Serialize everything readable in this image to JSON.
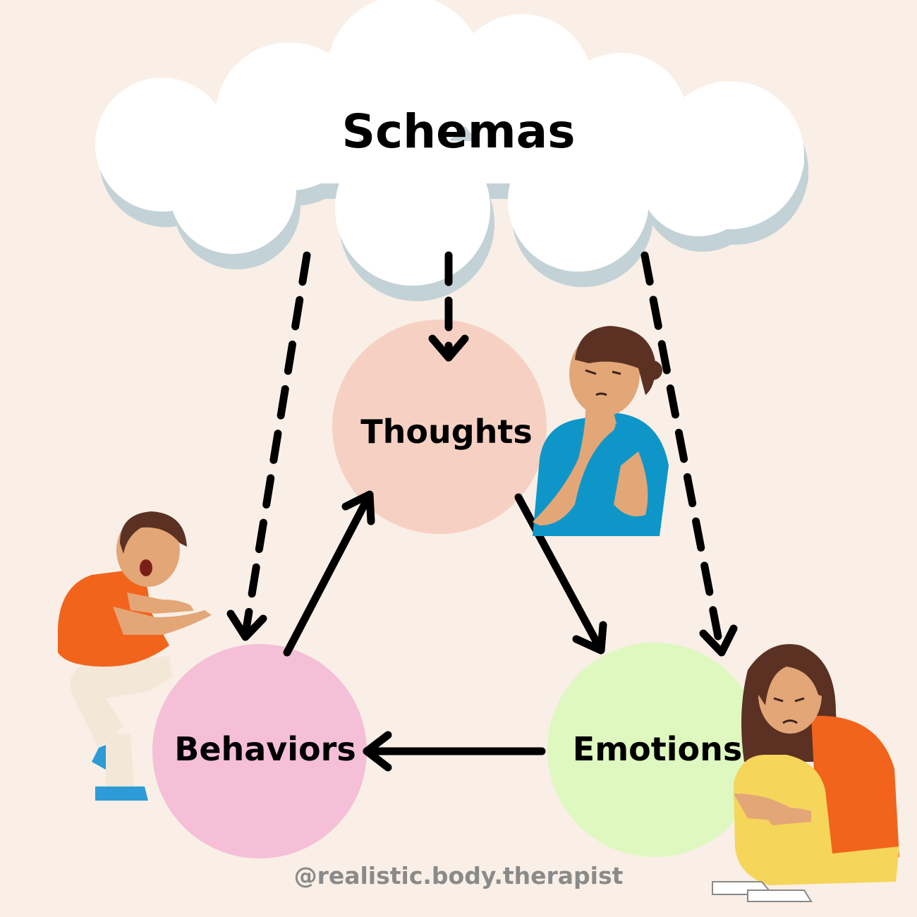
{
  "title": "Schemas",
  "nodes": {
    "thoughts": {
      "label": "Thoughts",
      "color": "#f6d1c3"
    },
    "behaviors": {
      "label": "Behaviors",
      "color": "#f5bfd8"
    },
    "emotions": {
      "label": "Emotions",
      "color": "#def8c0"
    }
  },
  "edges": [
    {
      "from": "schemas",
      "to": "thoughts",
      "style": "dashed"
    },
    {
      "from": "schemas",
      "to": "behaviors",
      "style": "dashed"
    },
    {
      "from": "schemas",
      "to": "emotions",
      "style": "dashed"
    },
    {
      "from": "behaviors",
      "to": "thoughts",
      "style": "solid"
    },
    {
      "from": "thoughts",
      "to": "emotions",
      "style": "solid"
    },
    {
      "from": "emotions",
      "to": "behaviors",
      "style": "solid"
    }
  ],
  "illustrations": [
    "thinking-man",
    "crouching-boy",
    "sad-girl"
  ],
  "credit": "@realistic.body.therapist",
  "colors": {
    "background": "#f9efe6",
    "cloud": "#ffffff",
    "cloud_shadow": "#c3d2d6",
    "arrow": "#000000",
    "credit": "#8a8a8a",
    "orange_shirt": "#f2631c",
    "blue_shirt": "#0f96c8",
    "skin": "#e3a677",
    "hair": "#5b3123"
  }
}
